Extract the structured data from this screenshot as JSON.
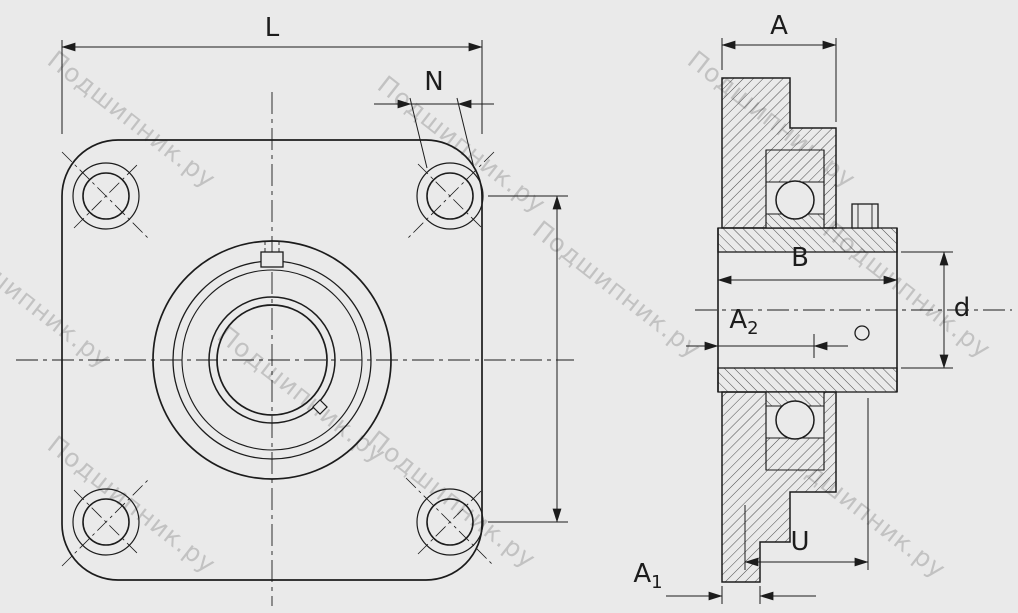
{
  "watermark": {
    "text": "Подшипник.ру"
  },
  "dims": {
    "L": "L",
    "N": "N",
    "A": "A",
    "B": "B",
    "d": "d",
    "U": "U",
    "A1": {
      "base": "A",
      "sub": "1"
    },
    "A2": {
      "base": "A",
      "sub": "2"
    }
  },
  "colors": {
    "background": "#eaeaea",
    "line": "#1c1c1c",
    "watermark": "#a3a3a3"
  }
}
